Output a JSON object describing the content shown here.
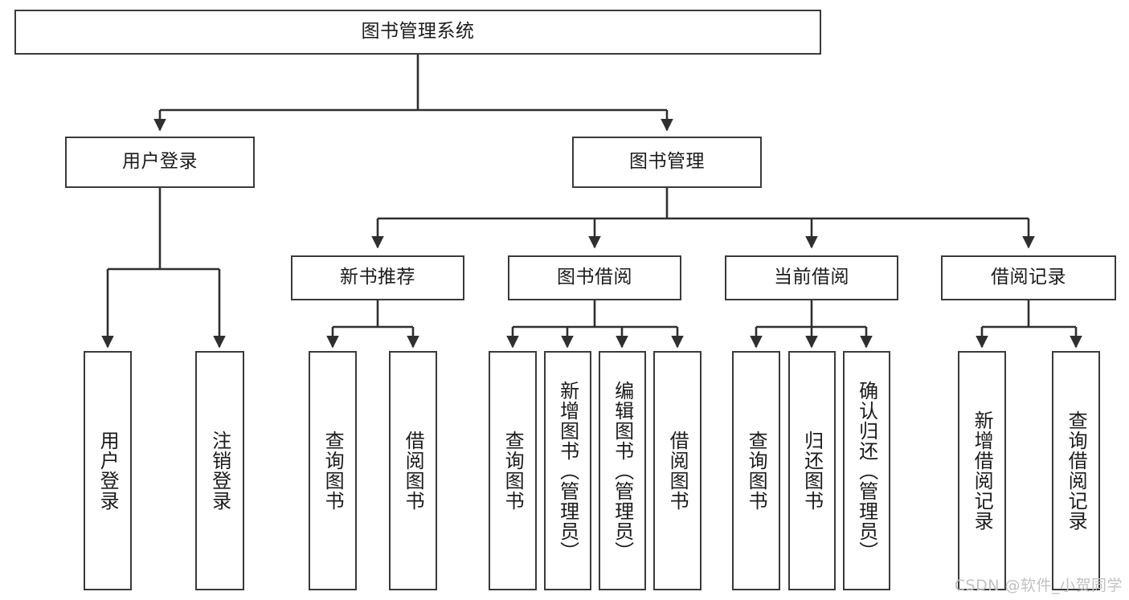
{
  "diagram": {
    "title": "图书管理系统",
    "type": "tree-hierarchy-chart",
    "colors": {
      "node_border": "#3a3a3a",
      "node_fill": "#ffffff",
      "edge": "#2f2f2f",
      "text": "#1b1b1b",
      "watermark": "#c2c2c2",
      "background": "#ffffff"
    },
    "watermark": "CSDN @软件_小贺同学",
    "levels": {
      "level1": {
        "label": "图书管理系统"
      },
      "level2": [
        {
          "label": "用户登录"
        },
        {
          "label": "图书管理"
        }
      ],
      "level3": [
        {
          "label": "新书推荐"
        },
        {
          "label": "图书借阅"
        },
        {
          "label": "当前借阅"
        },
        {
          "label": "借阅记录"
        }
      ],
      "leaves": {
        "user_login": [
          {
            "label": "用户登录"
          },
          {
            "label": "注销登录"
          }
        ],
        "new_book_recommend": [
          {
            "label": "查询图书"
          },
          {
            "label": "借阅图书"
          }
        ],
        "book_borrow": [
          {
            "label": "查询图书"
          },
          {
            "label": "新增图书（管理员）"
          },
          {
            "label": "编辑图书（管理员）"
          },
          {
            "label": "借阅图书"
          }
        ],
        "current_borrow": [
          {
            "label": "查询图书"
          },
          {
            "label": "归还图书"
          },
          {
            "label": "确认归还（管理员）"
          }
        ],
        "borrow_record": [
          {
            "label": "新增借阅记录"
          },
          {
            "label": "查询借阅记录"
          }
        ]
      }
    }
  }
}
